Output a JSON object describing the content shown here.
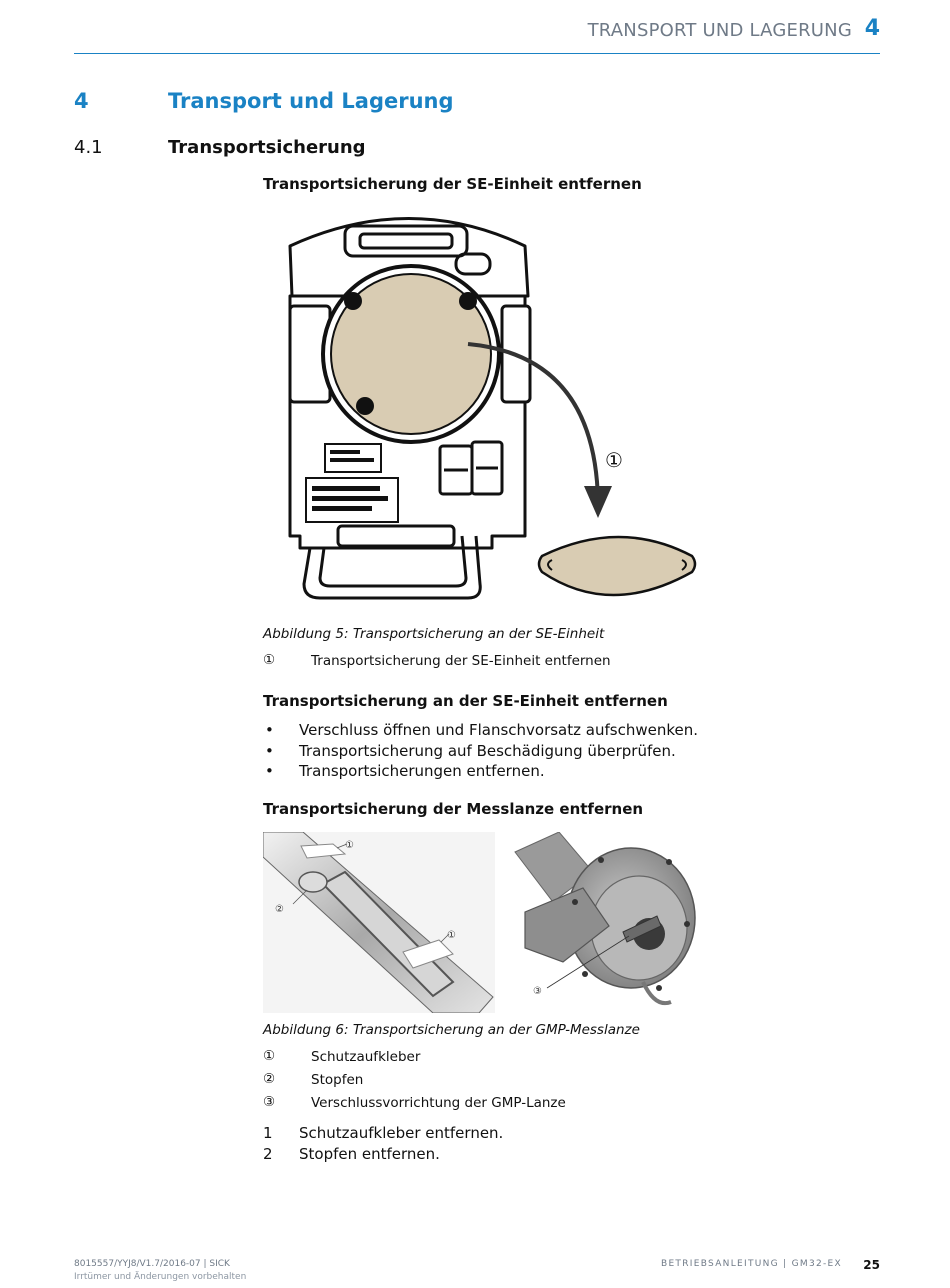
{
  "header": {
    "section_title": "TRANSPORT UND LAGERUNG",
    "chapter_number": "4"
  },
  "chapter": {
    "number": "4",
    "title": "Transport und Lagerung"
  },
  "section": {
    "number": "4.1",
    "title": "Transportsicherung"
  },
  "figure5": {
    "heading": "Transportsicherung der SE-Einheit entfernen",
    "callout": "①",
    "caption": "Abbildung 5: Transportsicherung an der SE-Einheit",
    "legend": [
      {
        "key": "①",
        "text": "Transportsicherung der SE-Einheit entfernen"
      }
    ],
    "colors": {
      "cover": "#d9ccb3",
      "line": "#111111"
    }
  },
  "procedure1": {
    "heading": "Transportsicherung an der SE-Einheit entfernen",
    "bullets": [
      "Verschluss öffnen und Flanschvorsatz aufschwenken.",
      "Transportsicherung auf Beschädigung überprüfen.",
      "Transportsicherungen entfernen."
    ]
  },
  "figure6": {
    "heading": "Transportsicherung der Messlanze entfernen",
    "callouts": [
      "①",
      "②",
      "①",
      "③"
    ],
    "caption": "Abbildung 6: Transportsicherung an der GMP-Messlanze",
    "legend": [
      {
        "key": "①",
        "text": "Schutzaufkleber"
      },
      {
        "key": "②",
        "text": "Stopfen"
      },
      {
        "key": "③",
        "text": "Verschlussvorrichtung der GMP-Lanze"
      }
    ]
  },
  "steps": [
    {
      "n": "1",
      "text": "Schutzaufkleber entfernen."
    },
    {
      "n": "2",
      "text": "Stopfen entfernen."
    }
  ],
  "footer": {
    "doc_id": "8015557/YYJ8/V1.7/2016-07 | SICK",
    "disclaimer": "Irrtümer und Änderungen vorbehalten",
    "manual": "BETRIEBSANLEITUNG | GM32-EX",
    "page": "25"
  },
  "colors": {
    "accent": "#1a82c4",
    "muted": "#6f7a87"
  }
}
